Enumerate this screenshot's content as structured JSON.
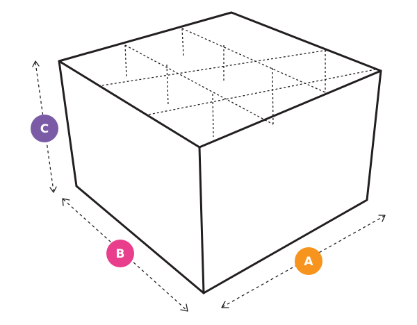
{
  "diagram": {
    "labels": {
      "a": {
        "text": "A",
        "color": "#f7941d"
      },
      "b": {
        "text": "B",
        "color": "#e83e8c"
      },
      "c": {
        "text": "C",
        "color": "#7b5aa6"
      }
    },
    "outline_color": "#231f20"
  }
}
